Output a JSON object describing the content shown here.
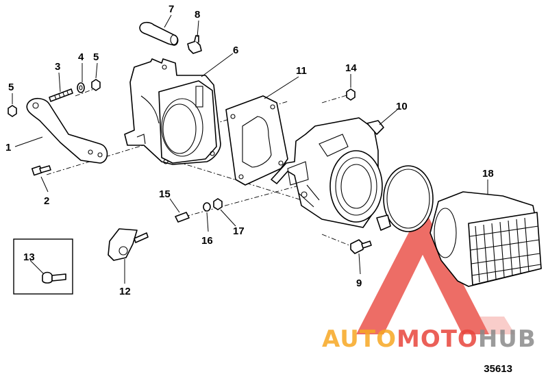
{
  "figure": {
    "number": "35613"
  },
  "callouts": [
    "1",
    "2",
    "3",
    "4",
    "5",
    "5",
    "6",
    "7",
    "8",
    "9",
    "10",
    "11",
    "12",
    "13",
    "14",
    "15",
    "16",
    "17",
    "18"
  ],
  "watermark": {
    "text_part1": "AUTO",
    "text_part2": "MOTO",
    "text_part3": "HUB",
    "color_orange": "#f7a823",
    "color_red": "#e8453c",
    "color_gray": "#8a8a8a"
  }
}
